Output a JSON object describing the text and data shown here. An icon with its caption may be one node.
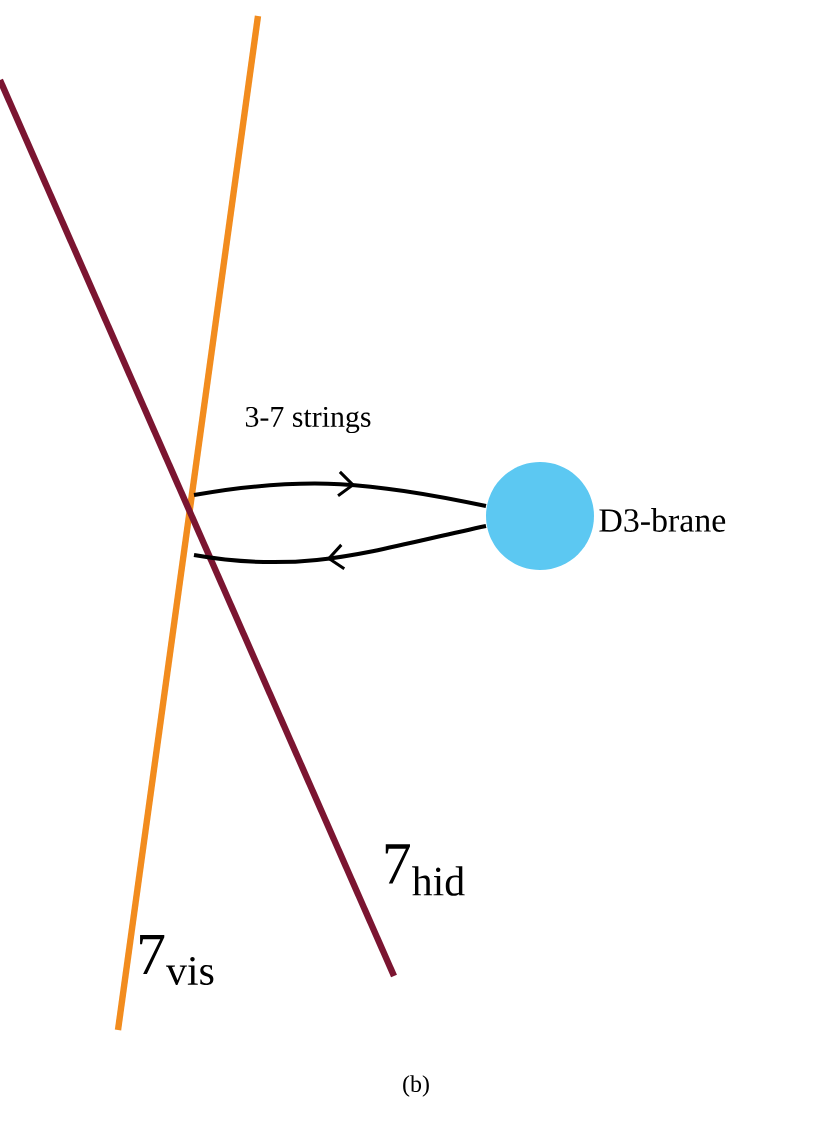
{
  "diagram": {
    "nodes": [
      {
        "text": [
          "7$_{vis}$"
        ]
      },
      {
        "text": [
          "7$_{hid}$"
        ]
      },
      {
        "text": [],
        "shape": "circle",
        "beside": [
          "D3-brane"
        ]
      }
    ],
    "edges": [
      {
        "from": 0,
        "to": 2,
        "arrow": "to",
        "label": "3-7 strings"
      },
      {
        "from": 2,
        "to": 0,
        "arrow": "to"
      }
    ],
    "labels": [
      "(b)"
    ]
  }
}
